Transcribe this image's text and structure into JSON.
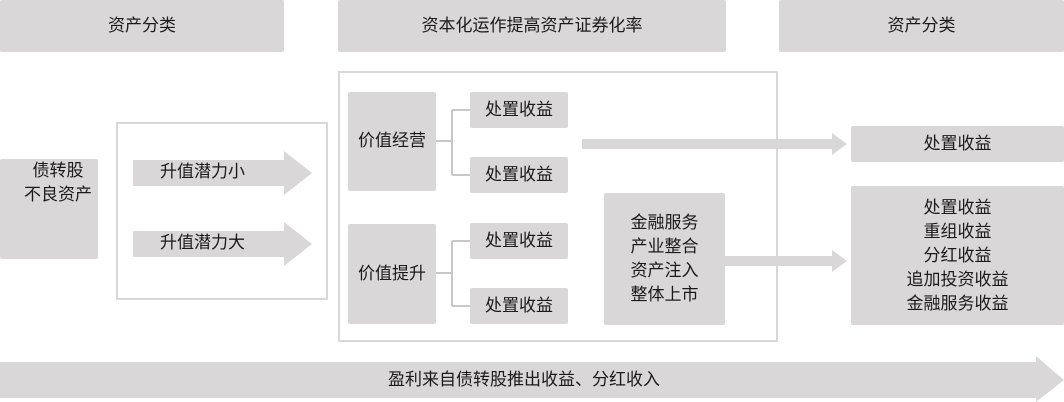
{
  "headers": {
    "left": "资产分类",
    "middle": "资本化运作提高资产证券化率",
    "right": "资产分类"
  },
  "source": {
    "lines": [
      "债转股",
      "不良资产"
    ]
  },
  "potential": {
    "low": "升值潜力小",
    "high": "升值潜力大"
  },
  "value_ops": {
    "manage": "价值经营",
    "improve": "价值提升",
    "outputs": [
      "处置收益",
      "处置收益",
      "处置收益",
      "处置收益"
    ]
  },
  "capital_ops": {
    "lines": [
      "金融服务",
      "产业整合",
      "资产注入",
      "整体上市"
    ]
  },
  "results": {
    "single": "处置收益",
    "multi": [
      "处置收益",
      "重组收益",
      "分红收益",
      "追加投资收益",
      "金融服务收益"
    ]
  },
  "bottom_arrow": "盈利来自债转股推出收益、分红收入"
}
